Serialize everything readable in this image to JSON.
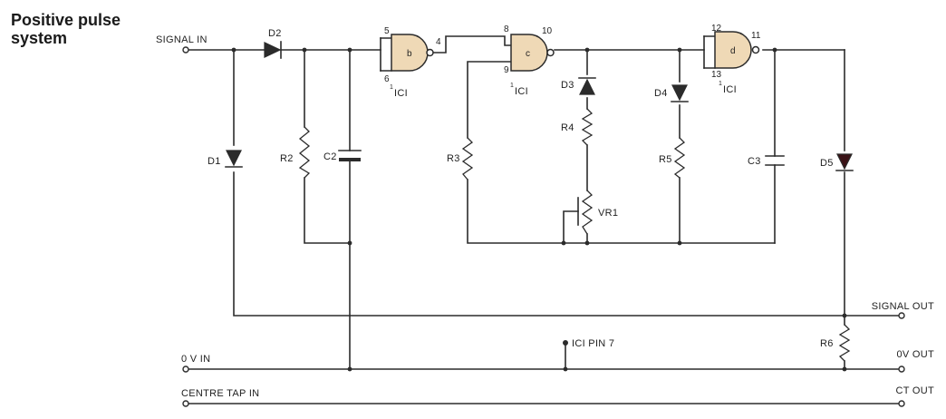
{
  "title": {
    "line1": "Positive pulse",
    "line2": "system"
  },
  "terminals": {
    "signal_in": "SIGNAL IN",
    "zero_v_in": "0 V  IN",
    "centre_tap_in": "CENTRE TAP IN",
    "signal_out": "SIGNAL OUT",
    "zero_v_out": "0V OUT",
    "ct_out": "CT OUT"
  },
  "components": {
    "d1": "D1",
    "d2": "D2",
    "d3": "D3",
    "d4": "D4",
    "d5": "D5",
    "r2": "R2",
    "r3": "R3",
    "r4": "R4",
    "r5": "R5",
    "r6": "R6",
    "c2": "C2",
    "c3": "C3",
    "vr1": "VR1"
  },
  "gates": {
    "b": {
      "letter": "b",
      "in1": "5",
      "in2": "6",
      "out": "4",
      "frac": "1",
      "ic": "ICI"
    },
    "c": {
      "letter": "c",
      "in1": "8",
      "in2": "9",
      "out": "10",
      "frac": "1",
      "ic": "ICI"
    },
    "d": {
      "letter": "d",
      "in1": "12",
      "in2": "13",
      "out": "11",
      "frac": "1",
      "ic": "ICI"
    }
  },
  "annotations": {
    "ic_pin7": "ICI PIN 7"
  },
  "colors": {
    "wire": "#2b2b2b",
    "gate_fill": "#efd9b6",
    "d5_fill": "#3a1216"
  }
}
